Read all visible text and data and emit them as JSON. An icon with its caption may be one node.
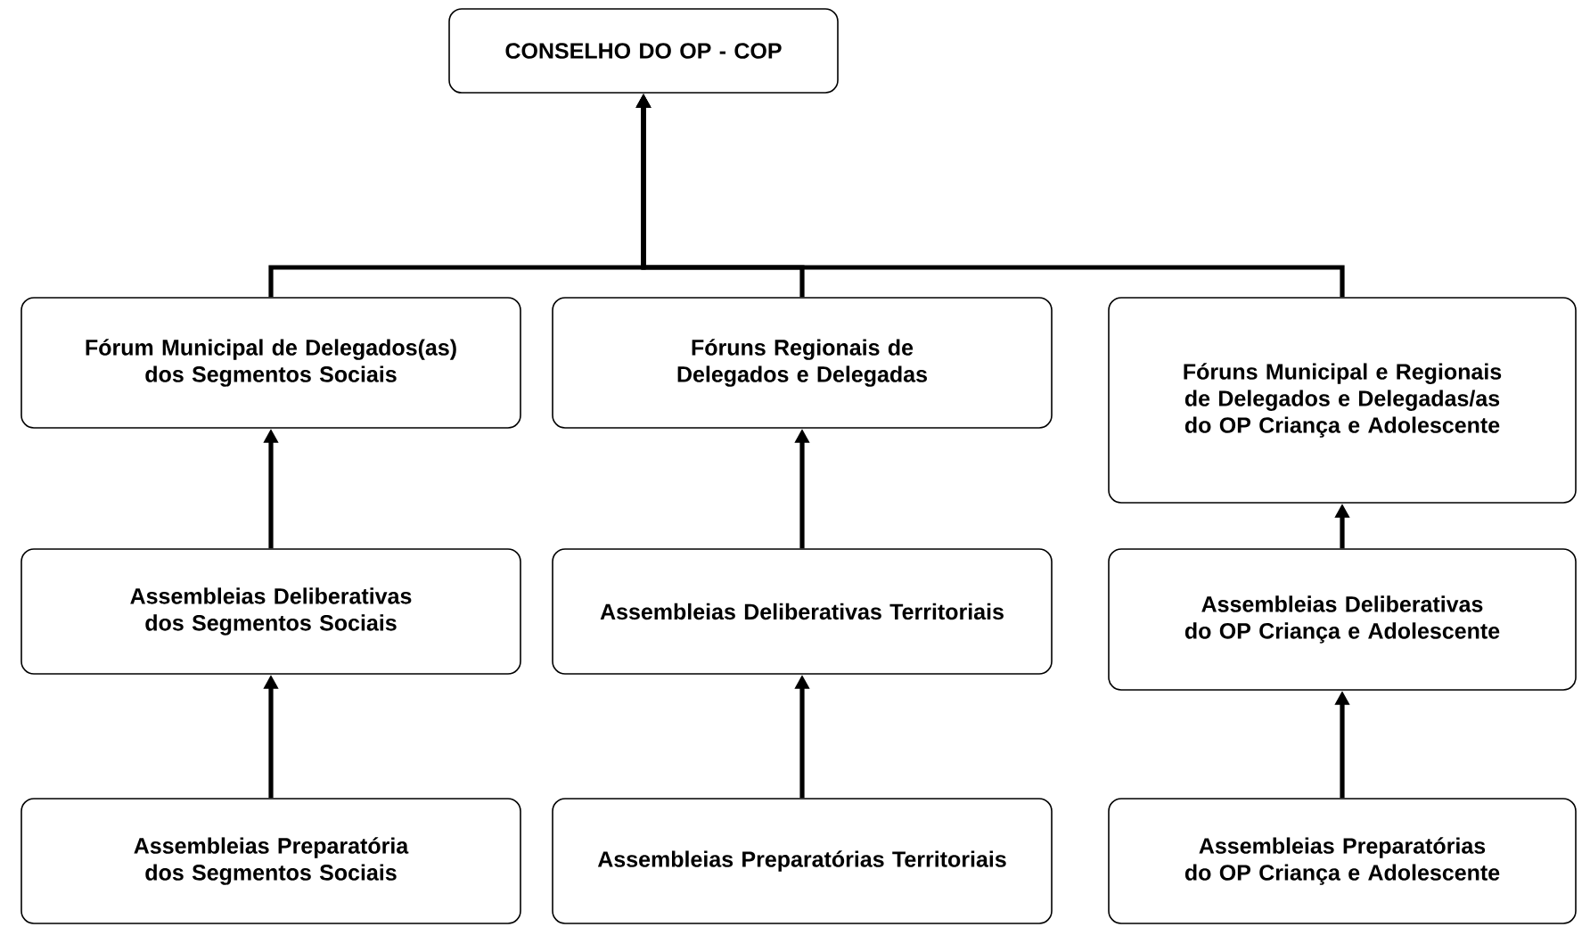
{
  "diagram": {
    "nodes": [
      {
        "text": [
          "CONSELHO DO OP - COP"
        ]
      },
      {
        "text": [
          "Fórum Municipal de Delegados(as) dos Segmentos Sociais"
        ]
      },
      {
        "text": [
          "Fóruns Regionais de Delegados e Delegadas"
        ]
      },
      {
        "text": [
          "Fóruns Municipal e Regionais de Delegados e Delegadas/as do OP Criança e Adolescente"
        ]
      },
      {
        "text": [
          "Assembleias Deliberativas dos Segmentos Sociais"
        ]
      },
      {
        "text": [
          "Assembleias Deliberativas Territoriais"
        ]
      },
      {
        "text": [
          "Assembleias Deliberativas do OP Criança e Adolescente"
        ]
      },
      {
        "text": [
          "Assembleias Preparatória dos Segmentos Sociais"
        ]
      },
      {
        "text": [
          "Assembleias Preparatórias Territoriais"
        ]
      },
      {
        "text": [
          "Assembleias Preparatórias do OP Criança e Adolescente"
        ]
      }
    ],
    "edges": [
      {
        "from": 1,
        "to": 0,
        "arrow": "to"
      },
      {
        "from": 2,
        "to": 0,
        "arrow": "to"
      },
      {
        "from": 3,
        "to": 0,
        "arrow": "to"
      },
      {
        "from": 4,
        "to": 1,
        "arrow": "to"
      },
      {
        "from": 5,
        "to": 2,
        "arrow": "to"
      },
      {
        "from": 6,
        "to": 3,
        "arrow": "to"
      },
      {
        "from": 7,
        "to": 4,
        "arrow": "to"
      },
      {
        "from": 8,
        "to": 5,
        "arrow": "to"
      },
      {
        "from": 9,
        "to": 6,
        "arrow": "to"
      }
    ]
  }
}
